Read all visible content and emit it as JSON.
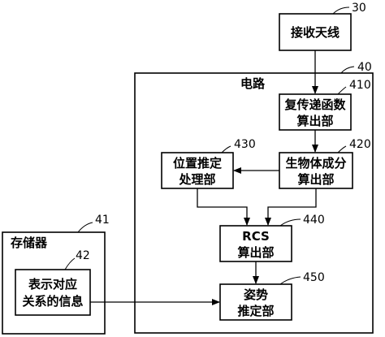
{
  "nodes": {
    "antenna": {
      "lines": [
        "接收天线"
      ],
      "ref": "30"
    },
    "circuit": {
      "label": "电路",
      "ref": "40"
    },
    "tf": {
      "lines": [
        "复传递函数",
        "算出部"
      ],
      "ref": "410"
    },
    "bio": {
      "lines": [
        "生物体成分",
        "算出部"
      ],
      "ref": "420"
    },
    "pos": {
      "lines": [
        "位置推定",
        "处理部"
      ],
      "ref": "430"
    },
    "rcs": {
      "lines": [
        "RCS",
        "算出部"
      ],
      "ref": "440"
    },
    "posture": {
      "lines": [
        "姿势",
        "推定部"
      ],
      "ref": "450"
    },
    "memory": {
      "label": "存储器",
      "ref": "41"
    },
    "info": {
      "lines": [
        "表示对应",
        "关系的信息"
      ],
      "ref": "42"
    }
  }
}
